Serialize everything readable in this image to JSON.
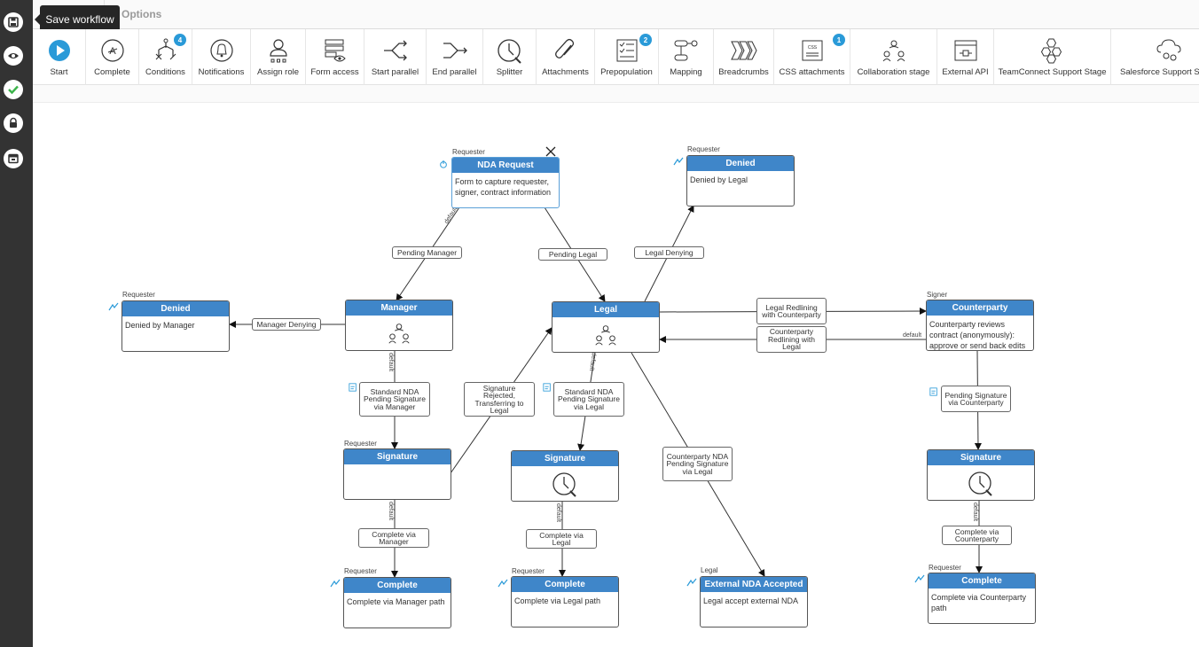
{
  "sidebar": {
    "tooltip": "Save workflow",
    "buttons": [
      "save-icon",
      "eye-icon",
      "check-icon",
      "lock-icon",
      "window-icon"
    ]
  },
  "header": {
    "title": "Options"
  },
  "toolbar": {
    "items": [
      {
        "label": "Start",
        "icon": "play-icon"
      },
      {
        "label": "Complete",
        "icon": "complete-icon"
      },
      {
        "label": "Conditions",
        "icon": "conditions-icon",
        "badge": "4"
      },
      {
        "label": "Notifications",
        "icon": "bell-icon"
      },
      {
        "label": "Assign role",
        "icon": "user-icon"
      },
      {
        "label": "Form access",
        "icon": "form-access-icon"
      },
      {
        "label": "Start parallel",
        "icon": "start-parallel-icon"
      },
      {
        "label": "End parallel",
        "icon": "end-parallel-icon"
      },
      {
        "label": "Splitter",
        "icon": "clock-icon"
      },
      {
        "label": "Attachments",
        "icon": "paperclip-icon"
      },
      {
        "label": "Prepopulation",
        "icon": "checklist-icon",
        "badge": "2"
      },
      {
        "label": "Mapping",
        "icon": "mapping-icon"
      },
      {
        "label": "Breadcrumbs",
        "icon": "breadcrumbs-icon"
      },
      {
        "label": "CSS attachments",
        "icon": "css-icon",
        "badge": "1"
      },
      {
        "label": "Collaboration stage",
        "icon": "collaboration-icon"
      },
      {
        "label": "External API",
        "icon": "api-icon"
      },
      {
        "label": "TeamConnect Support Stage",
        "icon": "hexagons-icon"
      },
      {
        "label": "Salesforce Support Stage",
        "icon": "cloud-gear-icon"
      }
    ]
  },
  "nodes": {
    "nda_request": {
      "role": "Requester",
      "title": "NDA Request",
      "body": "Form to capture requester, signer, contract information"
    },
    "denied_legal": {
      "role": "Requester",
      "title": "Denied",
      "body": "Denied by Legal"
    },
    "denied_manager": {
      "role": "Requester",
      "title": "Denied",
      "body": "Denied by Manager"
    },
    "manager": {
      "role": "",
      "title": "Manager",
      "body": ""
    },
    "legal": {
      "role": "",
      "title": "Legal",
      "body": ""
    },
    "counterparty": {
      "role": "Signer",
      "title": "Counterparty",
      "body": "Counterparty reviews contract (anonymously): approve or send back edits"
    },
    "signature_manager": {
      "role": "Requester",
      "title": "Signature",
      "body": ""
    },
    "signature_legal": {
      "role": "",
      "title": "Signature",
      "body": ""
    },
    "signature_counterparty": {
      "role": "",
      "title": "Signature",
      "body": ""
    },
    "complete_manager": {
      "role": "Requester",
      "title": "Complete",
      "body": "Complete via Manager path"
    },
    "complete_legal": {
      "role": "Requester",
      "title": "Complete",
      "body": "Complete via Legal path"
    },
    "external_nda": {
      "role": "Legal",
      "title": "External NDA Accepted",
      "body": "Legal accept external NDA"
    },
    "complete_counterparty": {
      "role": "Requester",
      "title": "Complete",
      "body": "Complete via Counterparty path"
    }
  },
  "edge_labels": {
    "pending_manager": "Pending Manager",
    "pending_legal": "Pending Legal",
    "legal_denying": "Legal Denying",
    "manager_denying": "Manager Denying",
    "legal_redlining": "Legal Redlining with Counterparty",
    "counterparty_redlining": "Counterparty Redlining with Legal",
    "std_nda_manager": "Standard NDA Pending Signature via Manager",
    "sig_rejected": "Signature Rejected, Transferring to Legal",
    "std_nda_legal": "Standard NDA Pending Signature via Legal",
    "pending_sig_counterparty": "Pending Signature via Counterparty",
    "counterparty_nda_pending": "Counterparty NDA Pending Signature via Legal",
    "complete_via_manager": "Complete via Manager",
    "complete_via_legal": "Complete via Legal",
    "complete_via_counterparty": "Complete via Counterparty",
    "default": "default"
  }
}
